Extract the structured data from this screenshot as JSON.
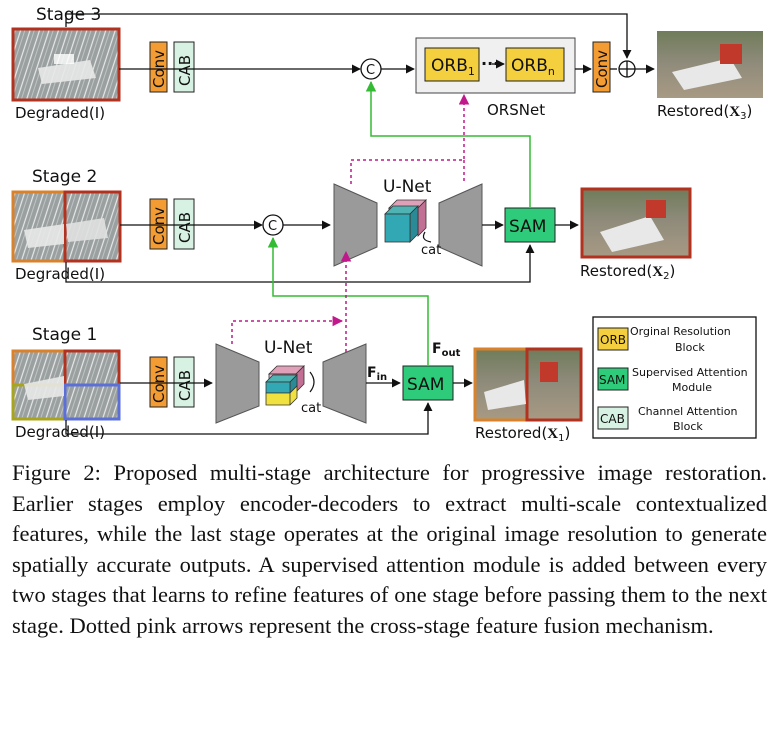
{
  "stages": {
    "stage3": "Stage 3",
    "stage2": "Stage 2",
    "stage1": "Stage 1"
  },
  "blocks": {
    "conv": "Conv",
    "cab": "CAB",
    "concat": "C",
    "sam": "SAM",
    "unet": "U-Net",
    "cat": "cat",
    "orsnet": "ORSNet",
    "orb": "ORB",
    "orb_sub1": "1",
    "orb_subn": "n",
    "dots": "···",
    "plus": "⊕"
  },
  "images": {
    "degraded": "Degraded(I)",
    "restored3": "Restored(X3)",
    "restored2": "Restored(X2)",
    "restored1": "Restored(X1)"
  },
  "features": {
    "fin": "F",
    "fin_sub": "in",
    "fout": "F",
    "fout_sub": "out"
  },
  "legend": {
    "orb_tag": "ORB",
    "orb_text_1": "Orginal Resolution",
    "orb_text_2": "Block",
    "sam_tag": "SAM",
    "sam_text_1": "Supervised Attention",
    "sam_text_2": "Module",
    "cab_tag": "CAB",
    "cab_text_1": "Channel Attention",
    "cab_text_2": "Block"
  },
  "caption": {
    "label": "Figure 2:",
    "text": "Proposed multi-stage architecture for progressive image restoration. Earlier stages employ encoder-decoders to extract multi-scale contextualized features, while the last stage operates at the original image resolution to generate spatially accurate outputs. A supervised attention module is added between every two stages that learns to refine features of one stage before passing them to the next stage. Dotted pink arrows represent the cross-stage feature fusion mechanism."
  },
  "colors": {
    "conv": "#f39c33",
    "cab": "#d7f2e2",
    "sam": "#2ecc7a",
    "orb": "#f4d03f",
    "green_arrow": "#33bb33",
    "pink_arrow": "#c0198c",
    "unet": "#9a9a9a",
    "frame_orange": "#d9822b",
    "frame_red": "#b3321f",
    "frame_olive": "#a8a41c",
    "frame_blue": "#5b6fd6"
  }
}
